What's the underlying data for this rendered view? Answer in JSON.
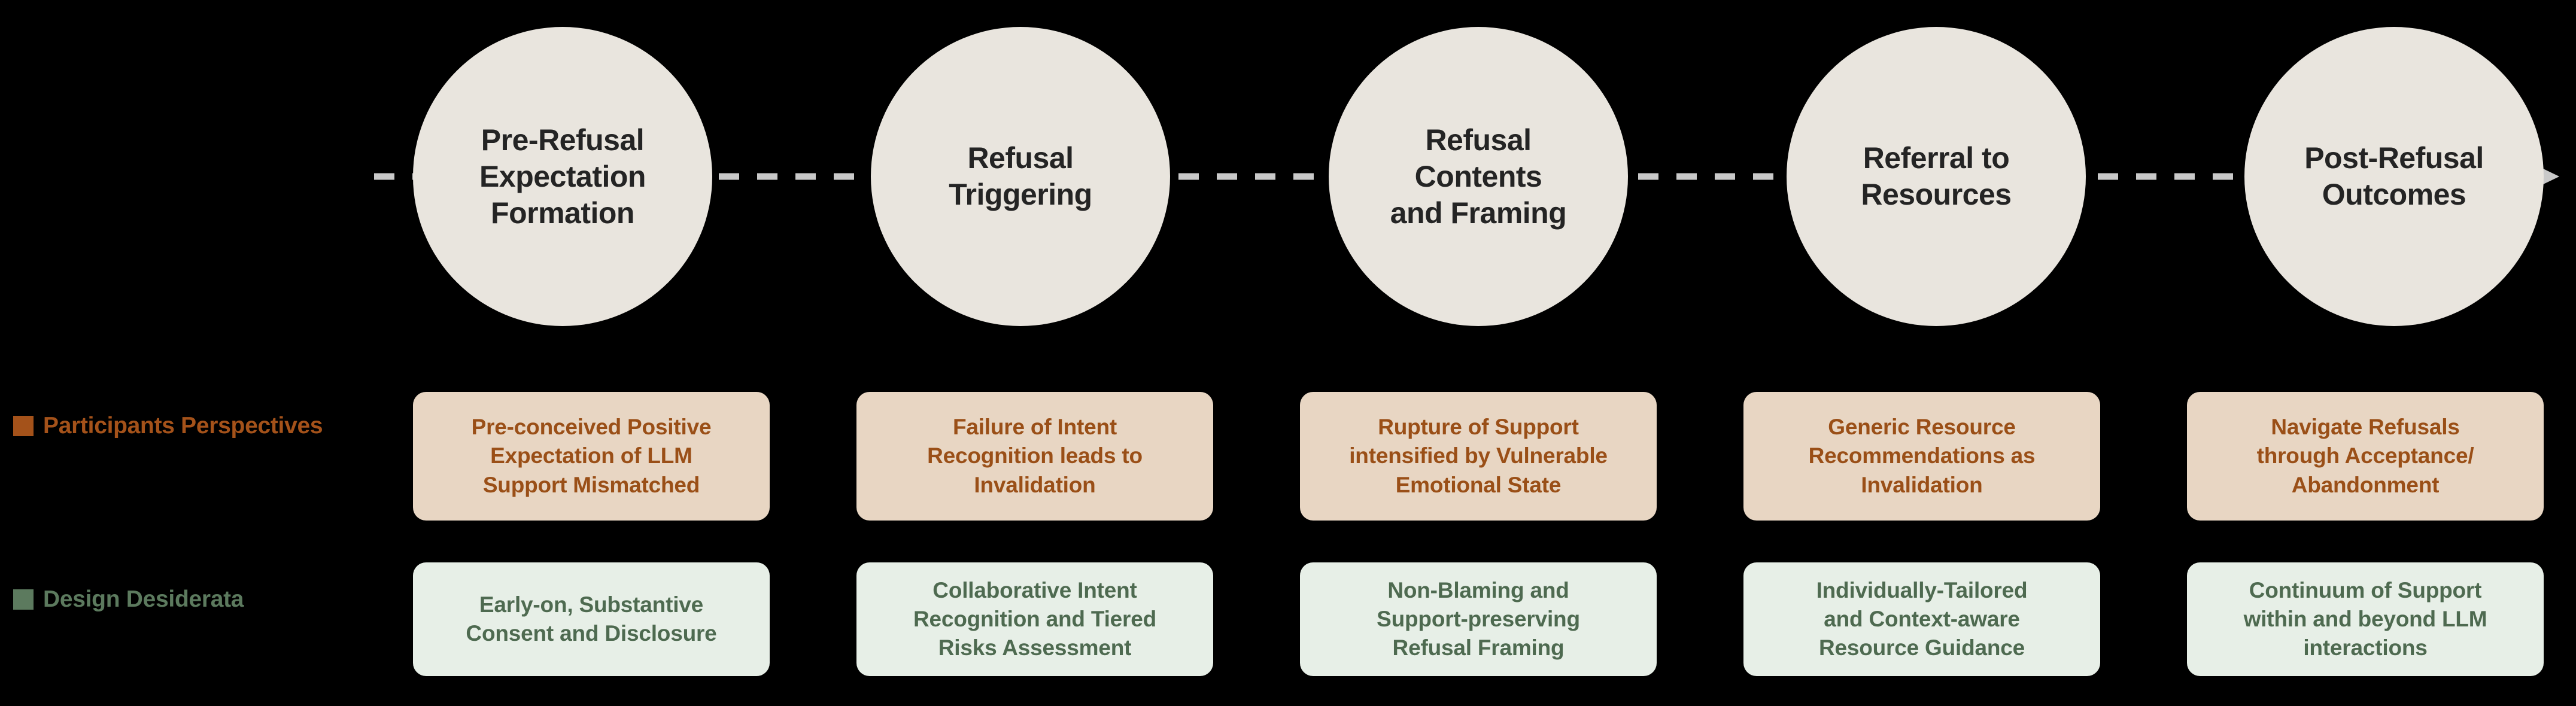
{
  "background_color": "#000000",
  "palette": {
    "stage_circle_fill": "#E9E5DE",
    "stage_circle_text": "#242424",
    "connector_line": "#C9C9C9",
    "participants_accent": "#A4521A",
    "participants_card_fill": "#E8D6C3",
    "participants_card_text": "#9A4F17",
    "desiderata_accent": "#5C7A5E",
    "desiderata_card_fill": "#E7EFE7",
    "desiderata_card_text": "#4E6A50"
  },
  "stages": [
    {
      "id": "pre-refusal-expectation-formation",
      "label": "Pre-Refusal\nExpectation\nFormation"
    },
    {
      "id": "refusal-triggering",
      "label": "Refusal\nTriggering"
    },
    {
      "id": "refusal-contents-and-framing",
      "label": "Refusal\nContents\nand Framing"
    },
    {
      "id": "referral-to-resources",
      "label": "Referral to\nResources"
    },
    {
      "id": "post-refusal-outcomes",
      "label": "Post-Refusal\nOutcomes"
    }
  ],
  "rows": {
    "participants": {
      "legend_label": "Participants Perspectives",
      "marker_icon": "square-marker-icon",
      "cards": [
        {
          "text": "Pre-conceived Positive\nExpectation of LLM\nSupport Mismatched"
        },
        {
          "text": "Failure of Intent\nRecognition leads to\nInvalidation"
        },
        {
          "text": "Rupture of Support\nintensified by Vulnerable\nEmotional State"
        },
        {
          "text": "Generic Resource\nRecommendations as\nInvalidation"
        },
        {
          "text": "Navigate Refusals\nthrough Acceptance/\nAbandonment"
        }
      ]
    },
    "desiderata": {
      "legend_label": "Design Desiderata",
      "marker_icon": "square-marker-icon",
      "cards": [
        {
          "text": "Early-on, Substantive\nConsent and Disclosure"
        },
        {
          "text": "Collaborative Intent\nRecognition and Tiered\nRisks Assessment"
        },
        {
          "text": "Non-Blaming and\nSupport-preserving\nRefusal Framing"
        },
        {
          "text": "Individually-Tailored\nand Context-aware\nResource Guidance"
        },
        {
          "text": "Continuum of Support\nwithin and beyond LLM\ninteractions"
        }
      ]
    }
  },
  "flow_arrow": {
    "icon": "dashed-arrow-right-icon",
    "style": "dashed",
    "direction": "left-to-right"
  }
}
